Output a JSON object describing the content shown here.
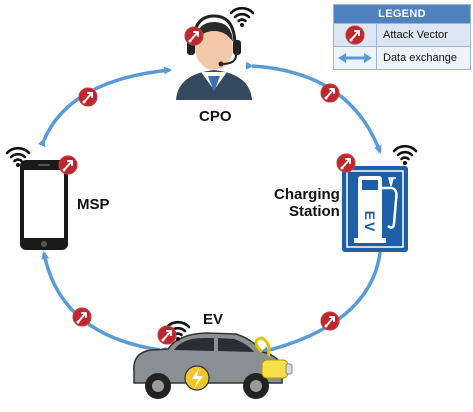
{
  "nodes": {
    "cpo": "CPO",
    "msp": "MSP",
    "charging_station_line1": "Charging",
    "charging_station_line2": "Station",
    "ev": "EV"
  },
  "legend": {
    "title": "LEGEND",
    "attack_vector": "Attack Vector",
    "data_exchange": "Data exchange"
  },
  "station_sign": "EV",
  "colors": {
    "arrow": "#5b9bd5",
    "attack": "#c0272d",
    "legend_header": "#4f81bd",
    "station_blue": "#1f5fa8"
  },
  "icons": [
    "attack-vector-icon",
    "wifi-icon",
    "operator-headset-icon",
    "smartphone-icon",
    "charging-station-icon",
    "electric-car-icon"
  ]
}
